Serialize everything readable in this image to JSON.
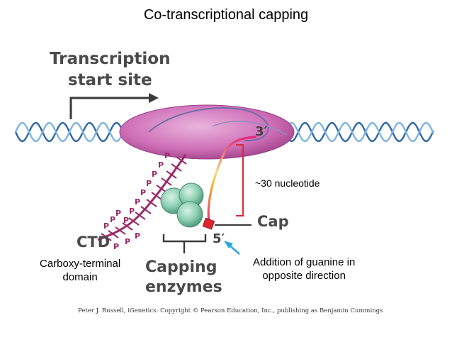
{
  "title": "Co-transcriptional capping",
  "labels": {
    "tss_line1": "Transcription",
    "tss_line2": "start site",
    "three_prime": "3′",
    "five_prime": "5′",
    "nucleotides": "~30 nucleotide",
    "cap": "Cap",
    "ctd": "CTD",
    "ctd_full_line1": "Carboxy-terminal",
    "ctd_full_line2": "domain",
    "capping_line1": "Capping",
    "capping_line2": "enzymes",
    "guanine_line1": "Addition of guanine in",
    "guanine_line2": "opposite direction",
    "phosphate": "P"
  },
  "copyright": "Peter J. Russell, iGenetics: Copyright © Pearson Education, Inc., publishing as Benjamin Cummings",
  "colors": {
    "polymerase": "#cf6fb8",
    "dna_dark": "#2f66a8",
    "dna_light": "#7fb4e0",
    "ctd": "#9a2a6a",
    "enzymes": "#8ccfb2",
    "cap": "#e0252f",
    "bracket": "#d62a3a",
    "arrow": "#29a7d8"
  }
}
